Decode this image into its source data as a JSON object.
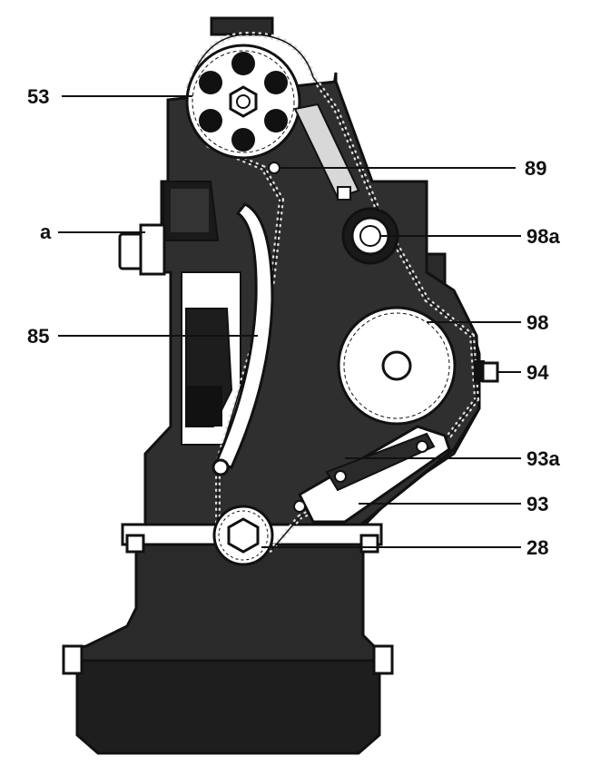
{
  "diagram": {
    "colors": {
      "ink": "#111111",
      "casting": "#2a2a2a",
      "cover": "#3d3d3d",
      "paper": "#ffffff",
      "chain": "#dddddd"
    },
    "labels": [
      {
        "id": "53",
        "text": "53"
      },
      {
        "id": "89",
        "text": "89"
      },
      {
        "id": "a",
        "text": "a"
      },
      {
        "id": "98a",
        "text": "98a"
      },
      {
        "id": "85",
        "text": "85"
      },
      {
        "id": "98",
        "text": "98"
      },
      {
        "id": "94",
        "text": "94"
      },
      {
        "id": "93a",
        "text": "93a"
      },
      {
        "id": "93",
        "text": "93"
      },
      {
        "id": "28",
        "text": "28"
      }
    ]
  }
}
